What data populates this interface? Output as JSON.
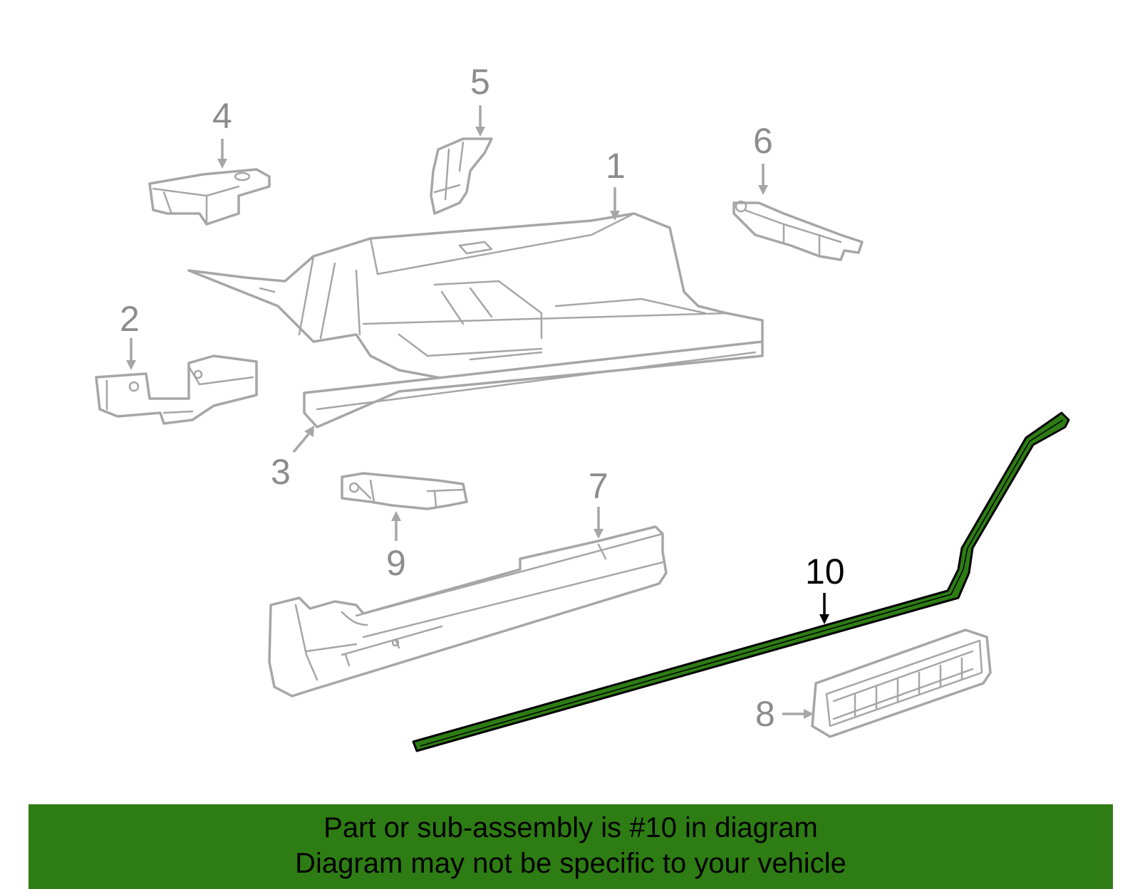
{
  "diagram": {
    "highlight_color": "#2e7d14",
    "part_outline_color": "#a6a6a6",
    "highlighted_part": "10",
    "callouts": [
      {
        "number": "1"
      },
      {
        "number": "2"
      },
      {
        "number": "3"
      },
      {
        "number": "4"
      },
      {
        "number": "5"
      },
      {
        "number": "6"
      },
      {
        "number": "7"
      },
      {
        "number": "8"
      },
      {
        "number": "9"
      },
      {
        "number": "10"
      }
    ]
  },
  "caption": {
    "line1": "Part or sub-assembly is #10 in diagram",
    "line2": "Diagram may not be specific to your vehicle",
    "background": "#2e7d14"
  }
}
